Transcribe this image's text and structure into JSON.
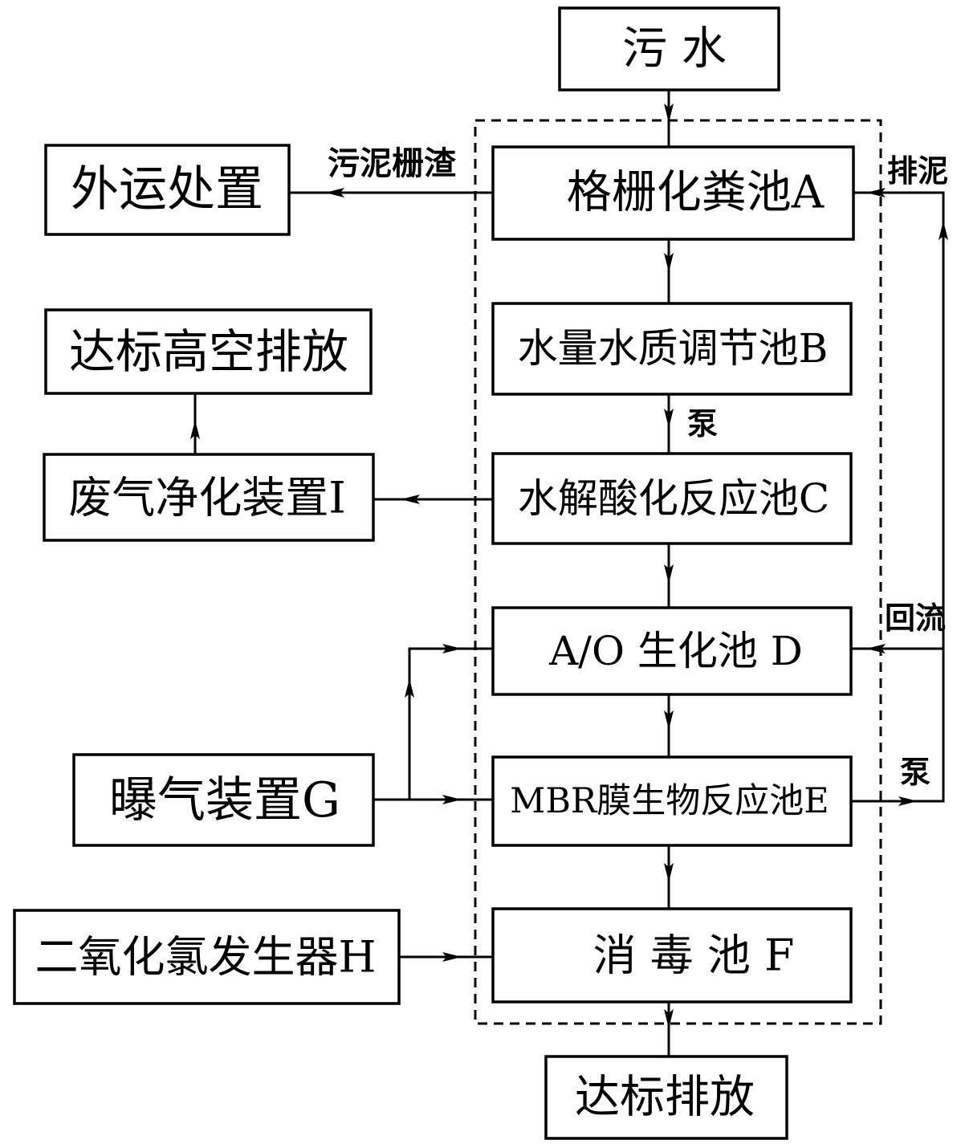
{
  "nodes": {
    "sewage": "污 水",
    "screen_septic_tank": "格栅化粪池A",
    "equalization_tank": "水量水质调节池B",
    "hydrolysis_tank": "水解酸化反应池C",
    "ao_tank": "A/O 生化池 D",
    "mbr_tank": "MBR膜生物反应池E",
    "disinfection_tank": "消 毒 池 F",
    "compliant_discharge": "达标排放",
    "offsite_disposal": "外运处置",
    "high_altitude_discharge": "达标高空排放",
    "gas_purifier": "废气净化装置Ⅰ",
    "aerator": "曝气装置G",
    "chlorine_dioxide_generator": "二氧化氯发生器H"
  },
  "edge_labels": {
    "sludge_screenings": "污泥栅渣",
    "sludge_discharge": "排泥",
    "pump_b_to_c": "泵",
    "return_flow": "回流",
    "pump_e": "泵"
  }
}
